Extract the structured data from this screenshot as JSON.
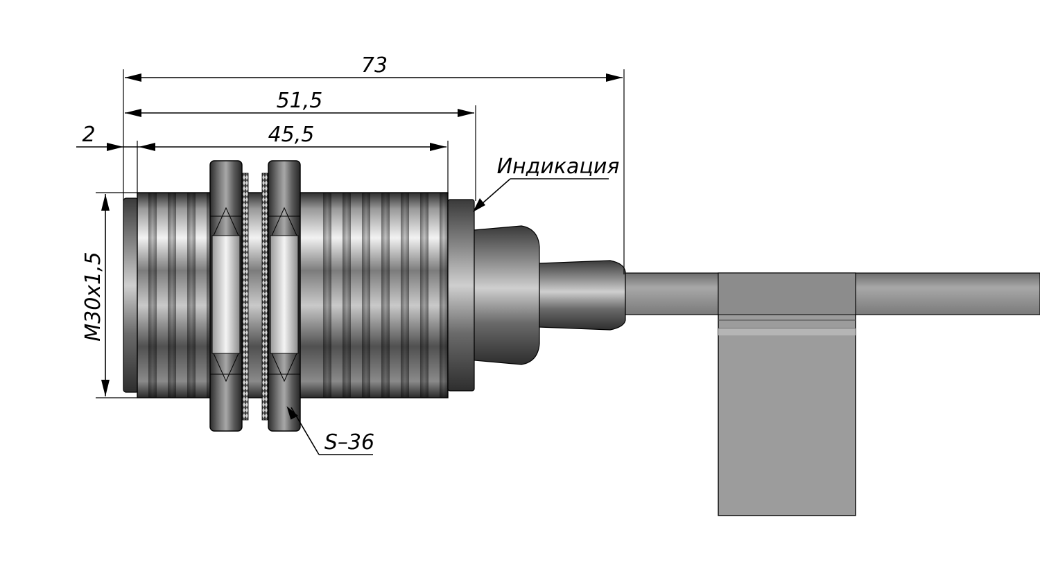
{
  "dimensions": {
    "overall_length": "73",
    "length_to_indicator": "51,5",
    "thread_length": "45,5",
    "front_offset": "2",
    "thread_size": "M30x1,5"
  },
  "callouts": {
    "indicator": "Индикация",
    "wrench_size": "S–36"
  },
  "colors": {
    "line": "#000000",
    "metal_dark": "#3a3a3a",
    "metal_mid": "#8a8a8a",
    "metal_light": "#f2f2f2",
    "cable": "#8f8f8f",
    "bracket": "#9c9c9c"
  }
}
